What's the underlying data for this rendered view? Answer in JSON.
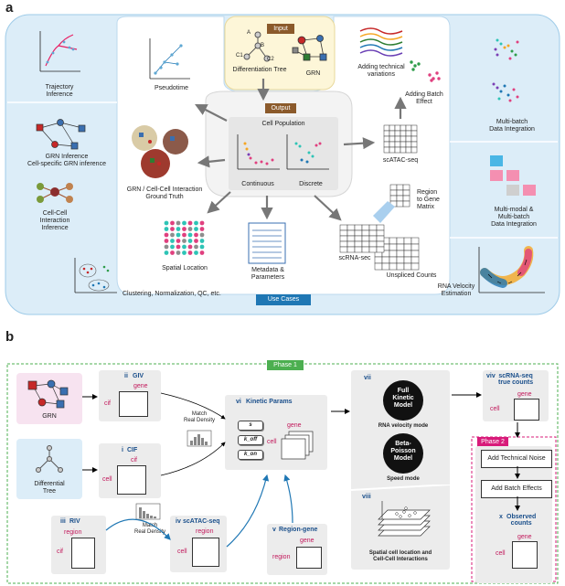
{
  "panel_a": {
    "letter": "a",
    "input_badge": "Input",
    "output_badge": "Output",
    "use_cases_badge": "Use Cases",
    "differentiation_tree": "Differentiation Tree",
    "grn": "GRN",
    "tree_nodes": [
      "A",
      "B",
      "C1",
      "C2"
    ],
    "pseudotime": "Pseudotime",
    "trajectory_inference": "Trajectory\nInference",
    "grn_inference": "GRN Inference\nCell-specific GRN inference",
    "cell_cell_inference": "Cell-Cell\nInteraction\nInference",
    "grn_cellcell_truth": "GRN / Cell-Cell Interaction\nGround Truth",
    "cell_population": "Cell Population",
    "continuous": "Continuous",
    "discrete": "Discrete",
    "adding_technical": "Adding technical\nvariations",
    "adding_batch": "Adding Batch\nEffect",
    "multibatch": "Multi-batch\nData Integration",
    "multimodal": "Multi-modal &\nMulti-batch\nData Integration",
    "scatac": "scATAC-seq",
    "region_gene": "Region\nto Gene\nMatrix",
    "scrna": "scRNA-sec",
    "unspliced": "Unspliced Counts",
    "spatial": "Spatial Location",
    "metadata": "Metadata &\nParameters",
    "clustering": "Clustering, Normalization, QC, etc.",
    "rna_velocity": "RNA Velocity\nEstimation"
  },
  "panel_b": {
    "letter": "b",
    "phase1": "Phase 1",
    "phase2": "Phase 2",
    "grn": "GRN",
    "diff_tree": "Differential\nTree",
    "giv_num": "ii",
    "giv": "GIV",
    "cif_num": "i",
    "cif": "CIF",
    "riv_num": "iii",
    "riv": "RIV",
    "scatac_num": "iv",
    "scatac": "scATAC-seq",
    "regiongene_num": "v",
    "regiongene": "Region-gene",
    "kinetic_num": "vi",
    "kinetic": "Kinetic Params",
    "kp": [
      "s",
      "k_off",
      "k_on"
    ],
    "vii": "vii",
    "full_model": "Full\nKinetic\nModel",
    "rna_velocity_mode": "RNA velocity mode",
    "beta_model": "Beta-\nPoisson\nModel",
    "speed_mode": "Speed mode",
    "viii": "viii",
    "spatial_caption": "Spatial cell location and\nCell-Cell Interactions",
    "scrna_num": "viv",
    "scrna_true": "scRNA-seq\ntrue counts",
    "add_noise": "Add Technical Noise",
    "add_batch": "Add Batch Effects",
    "observed_num": "x",
    "observed": "Observed\ncounts",
    "match_density_1": "Match\nReal Density",
    "match_density_2": "Match\nReal Density",
    "gene": "gene",
    "cell": "cell",
    "cif_lbl": "cif",
    "region": "region"
  },
  "colors": {
    "light_blue": "#d9ecf8",
    "phase_green": "#4caf50",
    "phase_pink": "#d81b7a",
    "badge_brown": "#8b5a2b",
    "badge_blue": "#1f77b4"
  }
}
